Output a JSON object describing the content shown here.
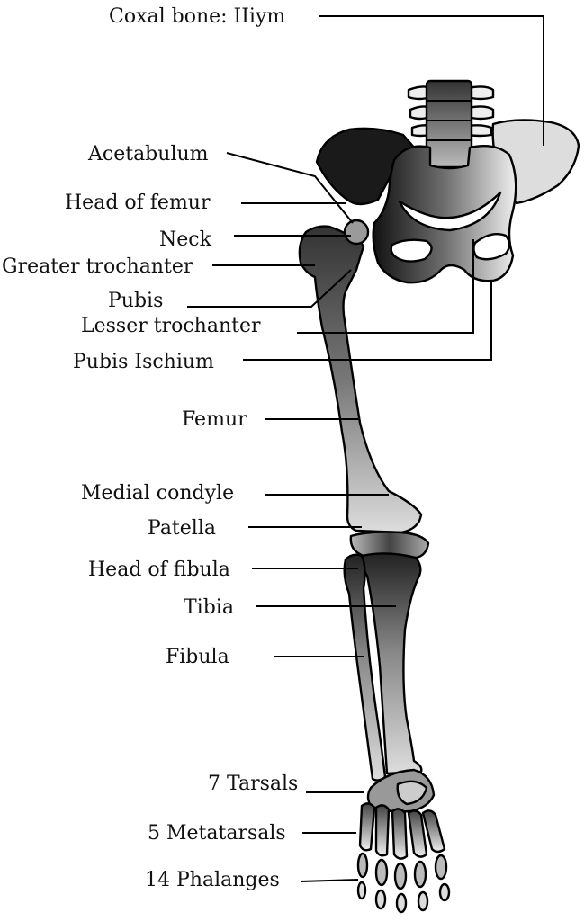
{
  "labels": {
    "coxal_bone": "Coxal bone: IIiym",
    "acetabulum": "Acetabulum",
    "head_of_femur": "Head of femur",
    "neck": "Neck",
    "greater_trochanter": "Greater trochanter",
    "pubis": "Pubis",
    "lesser_trochanter": "Lesser trochanter",
    "pubis_ischium": "Pubis Ischium",
    "femur": "Femur",
    "medial_condyle": "Medial condyle",
    "patella": "Patella",
    "head_of_fibula": "Head of fibula",
    "tibia": "Tibia",
    "fibula": "Fibula",
    "tarsals": "7 Tarsals",
    "metatarsals": "5 Metatarsals",
    "phalanges": "14 Phalanges"
  }
}
